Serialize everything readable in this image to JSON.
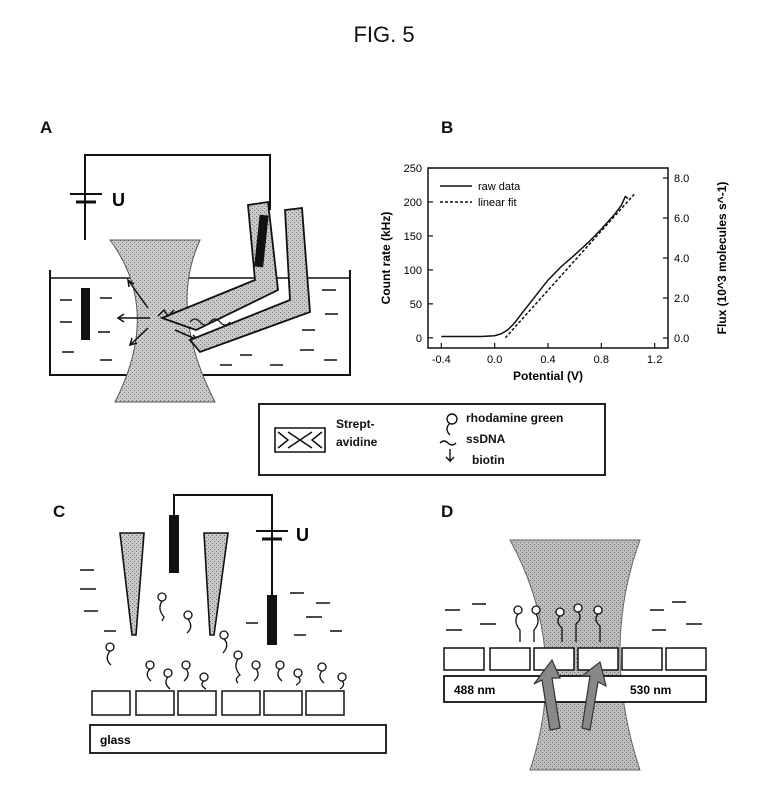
{
  "figure": {
    "title": "FIG. 5"
  },
  "panels": {
    "a": "A",
    "b": "B",
    "c": "C",
    "d": "D"
  },
  "labels": {
    "voltage": "U",
    "glass": "glass",
    "wavelength_excitation": "488 nm",
    "wavelength_emission": "530 nm"
  },
  "legend": {
    "streptavidine_line1": "Strept-",
    "streptavidine_line2": "avidine",
    "rhodamine": "rhodamine green",
    "ssdna": "ssDNA",
    "biotin": "biotin"
  },
  "chart_data": {
    "type": "line",
    "xlabel": "Potential (V)",
    "ylabel": "Count rate (kHz)",
    "y2label": "Flux (10^3 molecules s^-1)",
    "xlim": [
      -0.5,
      1.3
    ],
    "ylim": [
      -15,
      250
    ],
    "y2lim": [
      -0.5,
      8.5
    ],
    "x_ticks": [
      "-0.4",
      "0.0",
      "0.4",
      "0.8",
      "1.2"
    ],
    "x_tick_values": [
      -0.4,
      0.0,
      0.4,
      0.8,
      1.2
    ],
    "y_ticks": [
      "0",
      "50",
      "100",
      "150",
      "200",
      "250"
    ],
    "y_tick_values": [
      0,
      50,
      100,
      150,
      200,
      250
    ],
    "y2_ticks": [
      "0.0",
      "2.0",
      "4.0",
      "6.0",
      "8.0"
    ],
    "y2_tick_values": [
      0,
      2,
      4,
      6,
      8
    ],
    "legend_position": "top-left",
    "series": [
      {
        "name": "raw data",
        "style": "solid",
        "x": [
          -0.4,
          -0.3,
          -0.2,
          -0.1,
          0.0,
          0.05,
          0.1,
          0.15,
          0.2,
          0.3,
          0.4,
          0.5,
          0.6,
          0.7,
          0.8,
          0.9,
          0.95,
          0.98,
          1.0
        ],
        "y": [
          2,
          2,
          2,
          2,
          3,
          6,
          12,
          22,
          35,
          60,
          85,
          105,
          122,
          140,
          160,
          182,
          195,
          208,
          205
        ]
      },
      {
        "name": "linear fit",
        "style": "dashed",
        "x": [
          0.08,
          1.05
        ],
        "y": [
          0,
          212
        ]
      }
    ]
  }
}
